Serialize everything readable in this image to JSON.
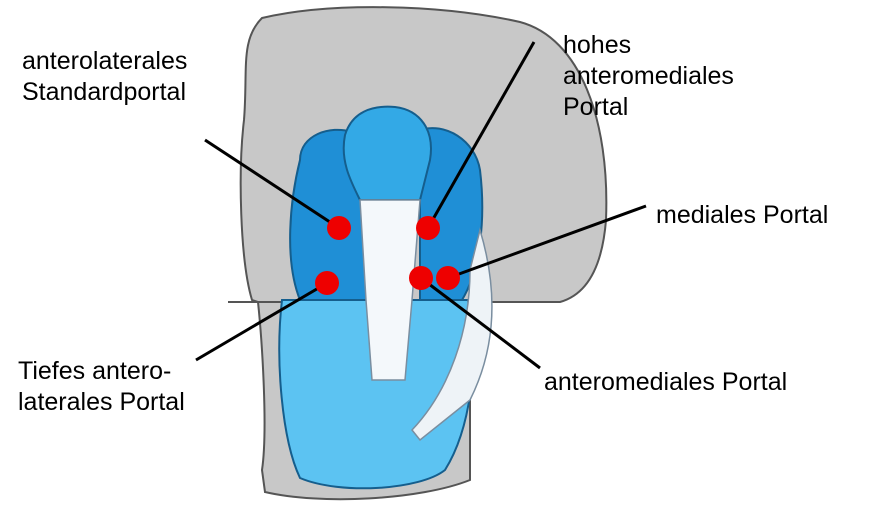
{
  "labels": {
    "anterolateral_standard": [
      "anterolaterales",
      "Standardportal"
    ],
    "high_anteromedial": [
      "hohes",
      "anteromediales",
      "Portal"
    ],
    "medial": [
      "mediales Portal"
    ],
    "deep_anterolateral": [
      "Tiefes antero-",
      "laterales Portal"
    ],
    "anteromedial": [
      "anteromediales Portal"
    ]
  },
  "colors": {
    "bone_fill": "#c8c8c8",
    "bone_stroke": "#555555",
    "cartilage_dark": "#1f8fd6",
    "cartilage_mid": "#33a9e6",
    "cartilage_light": "#5cc3f2",
    "ligament": "#f4f8fb",
    "portal_dot": "#ee0000",
    "leader_line": "#000000"
  }
}
